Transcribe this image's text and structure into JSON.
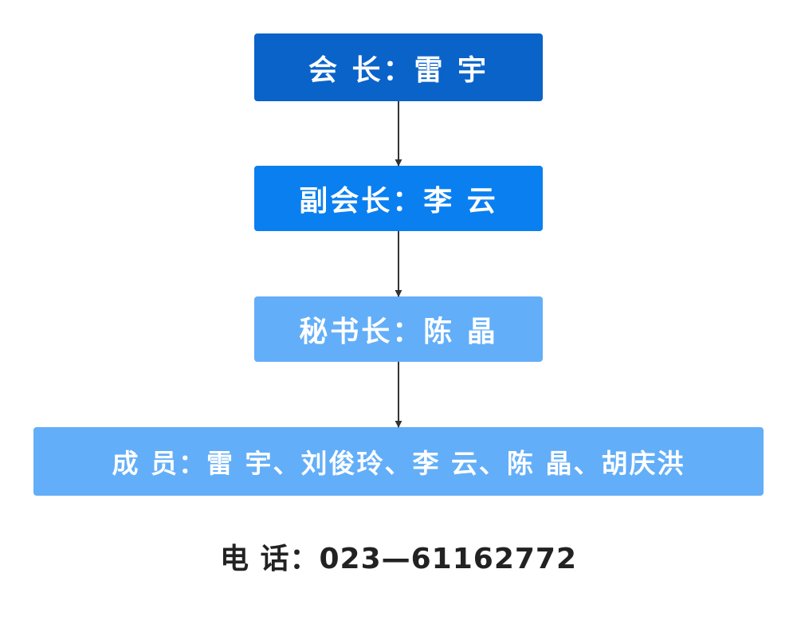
{
  "nodes": [
    {
      "id": "president",
      "label": "会  长：雷  宇",
      "color": "#0A63C9"
    },
    {
      "id": "vice",
      "label": "副会长：李  云",
      "color": "#0A7FF0"
    },
    {
      "id": "secretary",
      "label": "秘书长：陈  晶",
      "color": "#63AEF8"
    },
    {
      "id": "members",
      "label": "成  员：雷  宇、刘俊玲、李  云、陈  晶、胡庆洪",
      "color": "#63AEF8"
    }
  ],
  "edges": [
    {
      "from": "president",
      "to": "vice"
    },
    {
      "from": "vice",
      "to": "secretary"
    },
    {
      "from": "secretary",
      "to": "members"
    }
  ],
  "footer": {
    "phone": "电  话：023—61162772"
  },
  "colors": {
    "arrow": "#333333"
  }
}
